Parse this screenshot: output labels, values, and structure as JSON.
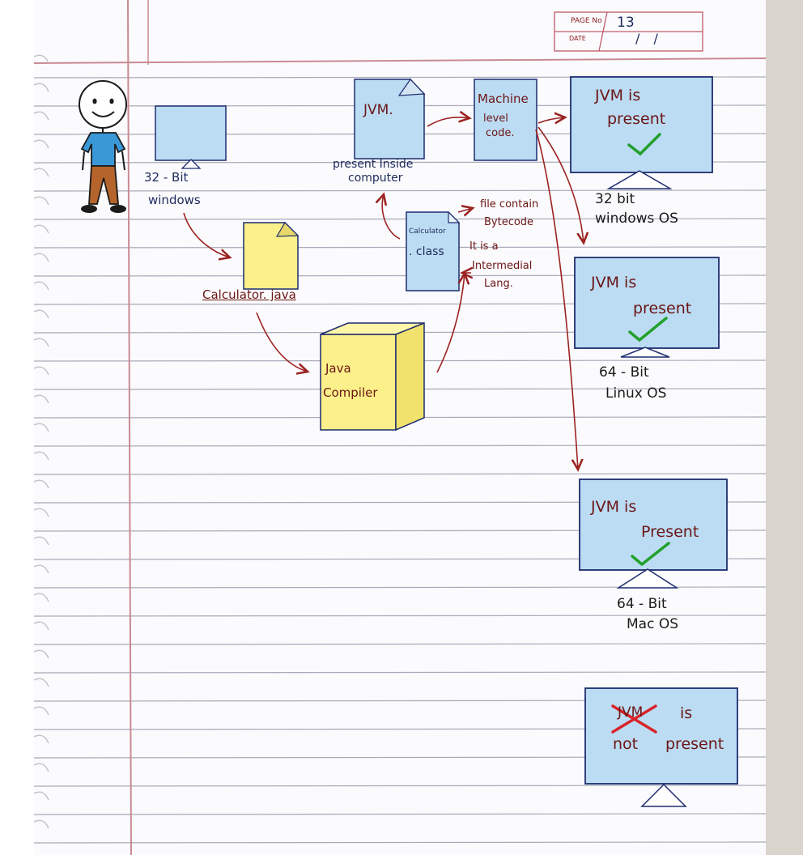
{
  "header": {
    "page_no_label": "PAGE No",
    "page_no_value": "13",
    "date_label": "DATE",
    "date_value": "/ /"
  },
  "labels": {
    "win32_caption_line1": "32 - Bit",
    "win32_caption_line2": "windows",
    "jvm_doc": "JVM.",
    "jvm_note_line1": "present Inside",
    "jvm_note_line2": "computer",
    "machine_code_line1": "Machine",
    "machine_code_line2": "level",
    "machine_code_line3": "code.",
    "java_file": "Calculator. java",
    "class_file_line1": "Calculator",
    "class_file_line2": ". class",
    "class_note_line1": "file contain",
    "class_note_line2": "Bytecode",
    "class_note_line3": "It is a",
    "class_note_line4": "Intermedial",
    "class_note_line5": "Lang.",
    "compiler_line1": "Java",
    "compiler_line2": "Compiler"
  },
  "monitors": [
    {
      "line1": "JVM is",
      "line2": "present",
      "status": "present",
      "os_line1": "32 bit",
      "os_line2": "windows OS"
    },
    {
      "line1": "JVM is",
      "line2": "present",
      "status": "present",
      "os_line1": "64 - Bit",
      "os_line2": "Linux OS"
    },
    {
      "line1": "JVM is",
      "line2": "Present",
      "status": "present",
      "os_line1": "64 - Bit",
      "os_line2": "Mac OS"
    },
    {
      "line1_struck": "JVM",
      "line1": "is",
      "line2_a": "not",
      "line2_b": "present",
      "status": "absent"
    }
  ],
  "colors": {
    "screen_blue": "#bcdcf3",
    "screen_border": "#1d2c6e",
    "sticky_yellow": "#fbf08a",
    "arrow_maroon": "#9c2222",
    "check_green": "#21a02b",
    "cross_red": "#d8232a",
    "paper_line": "#a9a9b9",
    "margin_red": "#c98a93"
  }
}
